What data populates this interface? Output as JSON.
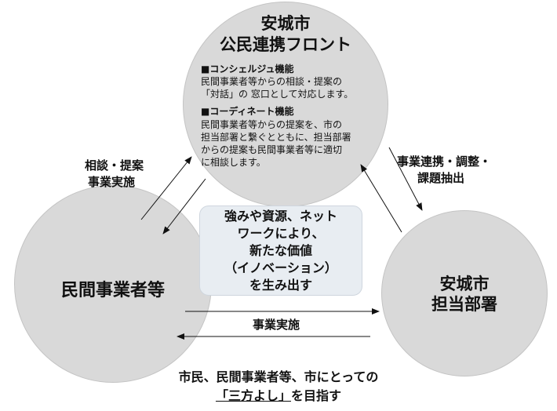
{
  "front": {
    "title_line1": "安城市",
    "title_line2": "公民連携フロント",
    "concierge_heading": "■コンシェルジュ機能",
    "concierge_lines": [
      "民間事業者等からの相談・提案の",
      "「対話」の 窓口として対応します。"
    ],
    "coordinate_heading": "■コーディネート機能",
    "coordinate_lines": [
      "民間事業者等からの提案を、市の",
      "担当部署と繋ぐとともに、担当部署",
      "からの提案も民間事業者等に適切",
      "に相談します。"
    ]
  },
  "private": {
    "label": "民間事業者等"
  },
  "department": {
    "label_line1": "安城市",
    "label_line2": "担当部署"
  },
  "edges": {
    "left_line1": "相談・提案",
    "left_line2": "事業実施",
    "right_line1": "事業連携・調整・",
    "right_line2": "課題抽出",
    "bottom": "事業実施"
  },
  "innovation": {
    "lines": [
      "強みや資源、ネット",
      "ワークにより、",
      "新たな価値",
      "（イノベーション）",
      "を生み出す"
    ]
  },
  "goal": {
    "line1": "市民、民間事業者等、市にとっての",
    "line2_underlined": "「三方よし」",
    "line2_rest": "を目指す"
  }
}
